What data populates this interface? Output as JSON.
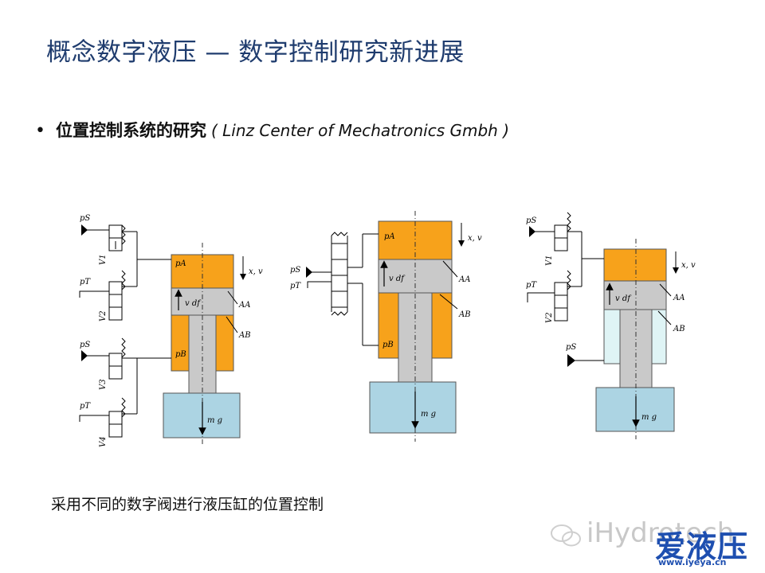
{
  "slide": {
    "title": "概念数字液压 — 数字控制研究新进展",
    "bullet_bold": "位置控制系统的研究",
    "bullet_italic": "( Linz Center of Mechatronics Gmbh )",
    "caption": "采用不同的数字阀进行液压缸的位置控制"
  },
  "diagram_labels": {
    "ps": "pS",
    "pt": "pT",
    "pa": "pA",
    "pb": "pB",
    "aa": "AA",
    "ab": "AB",
    "xv": "x, v",
    "vdf": "v df",
    "mg": "m g",
    "v1": "V1",
    "v2": "V2",
    "v3": "V3",
    "v4": "V4"
  },
  "colors": {
    "orange": "#f7a21b",
    "grey": "#c9c9c9",
    "blue": "#acd4e3",
    "lightcyan": "#dff4f5",
    "title": "#1f3c6e"
  },
  "watermark": {
    "brand_text": "iHydrotech",
    "logo": "爱液压",
    "url": "www.iyeya.cn"
  }
}
